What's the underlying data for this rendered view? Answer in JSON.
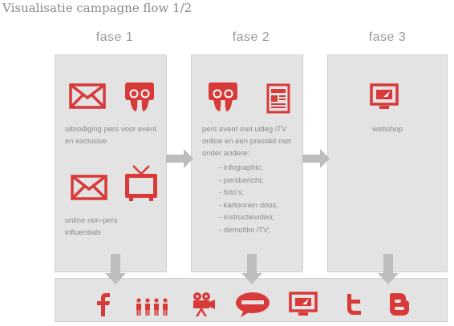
{
  "title": "Visualisatie campagne flow 1/2",
  "colors": {
    "accent": "#d83a3a",
    "panel": "#e3e3e3",
    "arrow": "#bdbdbd",
    "text": "#8a8a8a"
  },
  "phases": [
    {
      "label": "fase 1",
      "blocks": [
        {
          "icons": [
            "mail-icon",
            "slideshare-icon"
          ],
          "text": [
            "uitnodiging pers voor event",
            "en exclusive"
          ]
        },
        {
          "icons": [
            "mail-icon",
            "tv-icon"
          ],
          "text": [
            "online non-pers",
            "influentials"
          ]
        }
      ]
    },
    {
      "label": "fase 2",
      "icons": [
        "slideshare-icon",
        "document-icon"
      ],
      "text": [
        "pers event met uitleg iTV",
        "online en een presskit met",
        "onder andere:"
      ],
      "items": [
        "- infographic;",
        "- persbericht;",
        "- foto's;",
        "- kartonnen doos;",
        "- instructievideo;",
        "- demofilm iTV;"
      ]
    },
    {
      "label": "fase 3",
      "icons": [
        "screen-icon"
      ],
      "text": [
        "webshop"
      ]
    }
  ],
  "channels": [
    "facebook-icon",
    "people-icon",
    "film-camera-icon",
    "speech-bubble-icon",
    "screen-icon",
    "twitter-icon",
    "blogger-icon"
  ]
}
